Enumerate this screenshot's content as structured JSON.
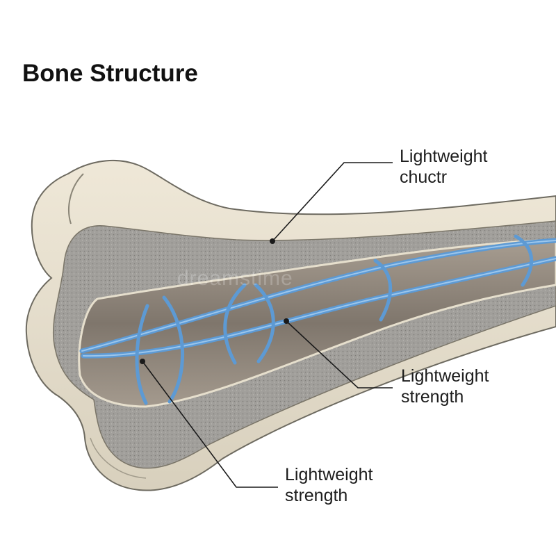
{
  "title": "Bone Structure",
  "labels": [
    {
      "line1": "Lightweight",
      "line2": "chuctr"
    },
    {
      "line1": "Lightweight",
      "line2": "strength"
    },
    {
      "line1": "Lightweight",
      "line2": "strength"
    }
  ],
  "watermark": "dreamstime",
  "colors": {
    "bone_surface": "#e8e1d0",
    "spongy_bone": "#9a9a98",
    "marrow_cavity": "#8f857a",
    "blood_vessels": "#5d9ad4",
    "leader_lines": "#1a1a1a"
  }
}
